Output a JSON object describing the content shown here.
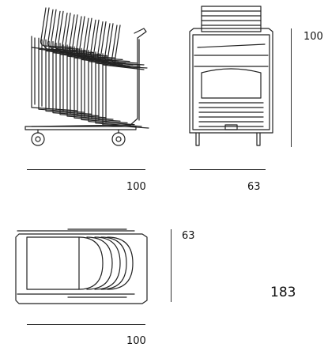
{
  "dimensions": {
    "side_width": "100",
    "front_width": "63",
    "height": "100",
    "top_depth": "63",
    "top_length": "100",
    "stack_count": "183"
  }
}
